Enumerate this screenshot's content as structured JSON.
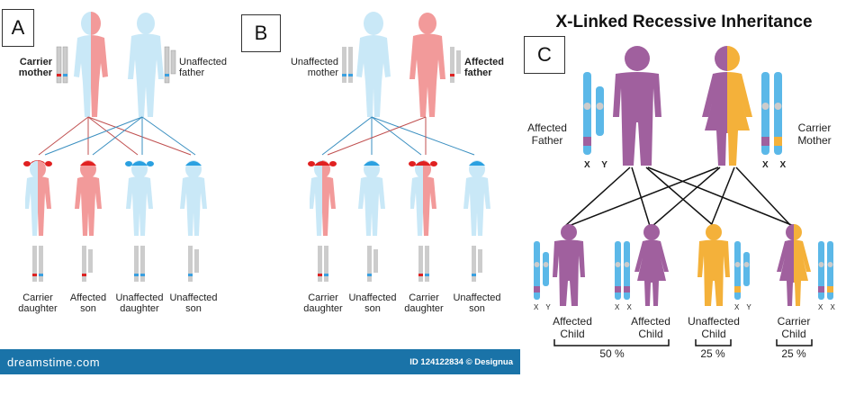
{
  "panels": {
    "A": {
      "letter": "A",
      "parents": {
        "mother_label_1": "Carrier",
        "mother_label_2": "mother",
        "father_label_1": "Unaffected",
        "father_label_2": "father"
      },
      "children": [
        {
          "line1": "Carrier",
          "line2": "daughter"
        },
        {
          "line1": "Affected",
          "line2": "son"
        },
        {
          "line1": "Unaffected",
          "line2": "daughter"
        },
        {
          "line1": "Unaffected",
          "line2": "son"
        }
      ]
    },
    "B": {
      "letter": "B",
      "parents": {
        "mother_label_1": "Unaffected",
        "mother_label_2": "mother",
        "father_label_1": "Affected",
        "father_label_2": "father"
      },
      "children": [
        {
          "line1": "Carrier",
          "line2": "daughter"
        },
        {
          "line1": "Unaffected",
          "line2": "son"
        },
        {
          "line1": "Carrier",
          "line2": "daughter"
        },
        {
          "line1": "Unaffected",
          "line2": "son"
        }
      ]
    },
    "C": {
      "letter": "C",
      "title": "X-Linked Recessive Inheritance",
      "father_label_1": "Affected",
      "father_label_2": "Father",
      "mother_label_1": "Carrier",
      "mother_label_2": "Mother",
      "father_chromosomes": "X Y",
      "mother_chromosomes": "X X",
      "children": [
        {
          "line1": "Affected",
          "line2": "Child",
          "chromosomes": "X Y"
        },
        {
          "line1": "Affected",
          "line2": "Child",
          "chromosomes": "X X"
        },
        {
          "line1": "Unaffected",
          "line2": "Child",
          "chromosomes": "X Y"
        },
        {
          "line1": "Carrier",
          "line2": "Child",
          "chromosomes": "X X"
        }
      ],
      "groups": [
        {
          "label": "50 %"
        },
        {
          "label": "25 %"
        },
        {
          "label": "25 %"
        }
      ]
    }
  },
  "footer": {
    "brand": "dreamstime.com",
    "credit": "ID 124122834 © Designua"
  },
  "colors": {
    "unaffected_blue": "#bfe3f5",
    "affected_red": "#f08a8a",
    "affected_purple": "#a0609e",
    "normal_orange": "#f4b13a",
    "chrom_blue": "#5bb8e8",
    "footer_blue": "#1a73a8"
  }
}
